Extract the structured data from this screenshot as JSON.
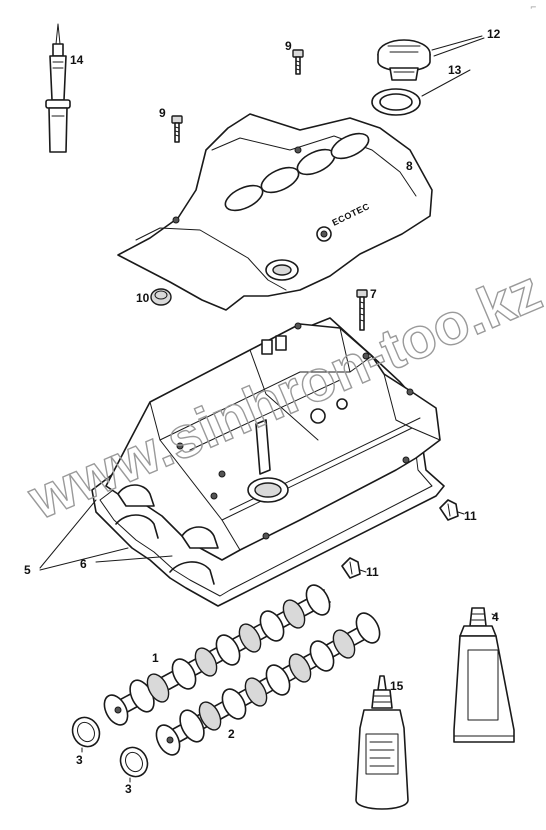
{
  "watermark": "www.sinhron-too.kz",
  "cover_brand": "ECOTEC",
  "corner_mark": "⌐",
  "callouts": {
    "p1": "1",
    "p2": "2",
    "p3a": "3",
    "p3b": "3",
    "p4": "4",
    "p5": "5",
    "p6": "6",
    "p7": "7",
    "p8": "8",
    "p9a": "9",
    "p9b": "9",
    "p10": "10",
    "p11a": "11",
    "p11b": "11",
    "p12": "12",
    "p13": "13",
    "p14": "14",
    "p15": "15"
  }
}
